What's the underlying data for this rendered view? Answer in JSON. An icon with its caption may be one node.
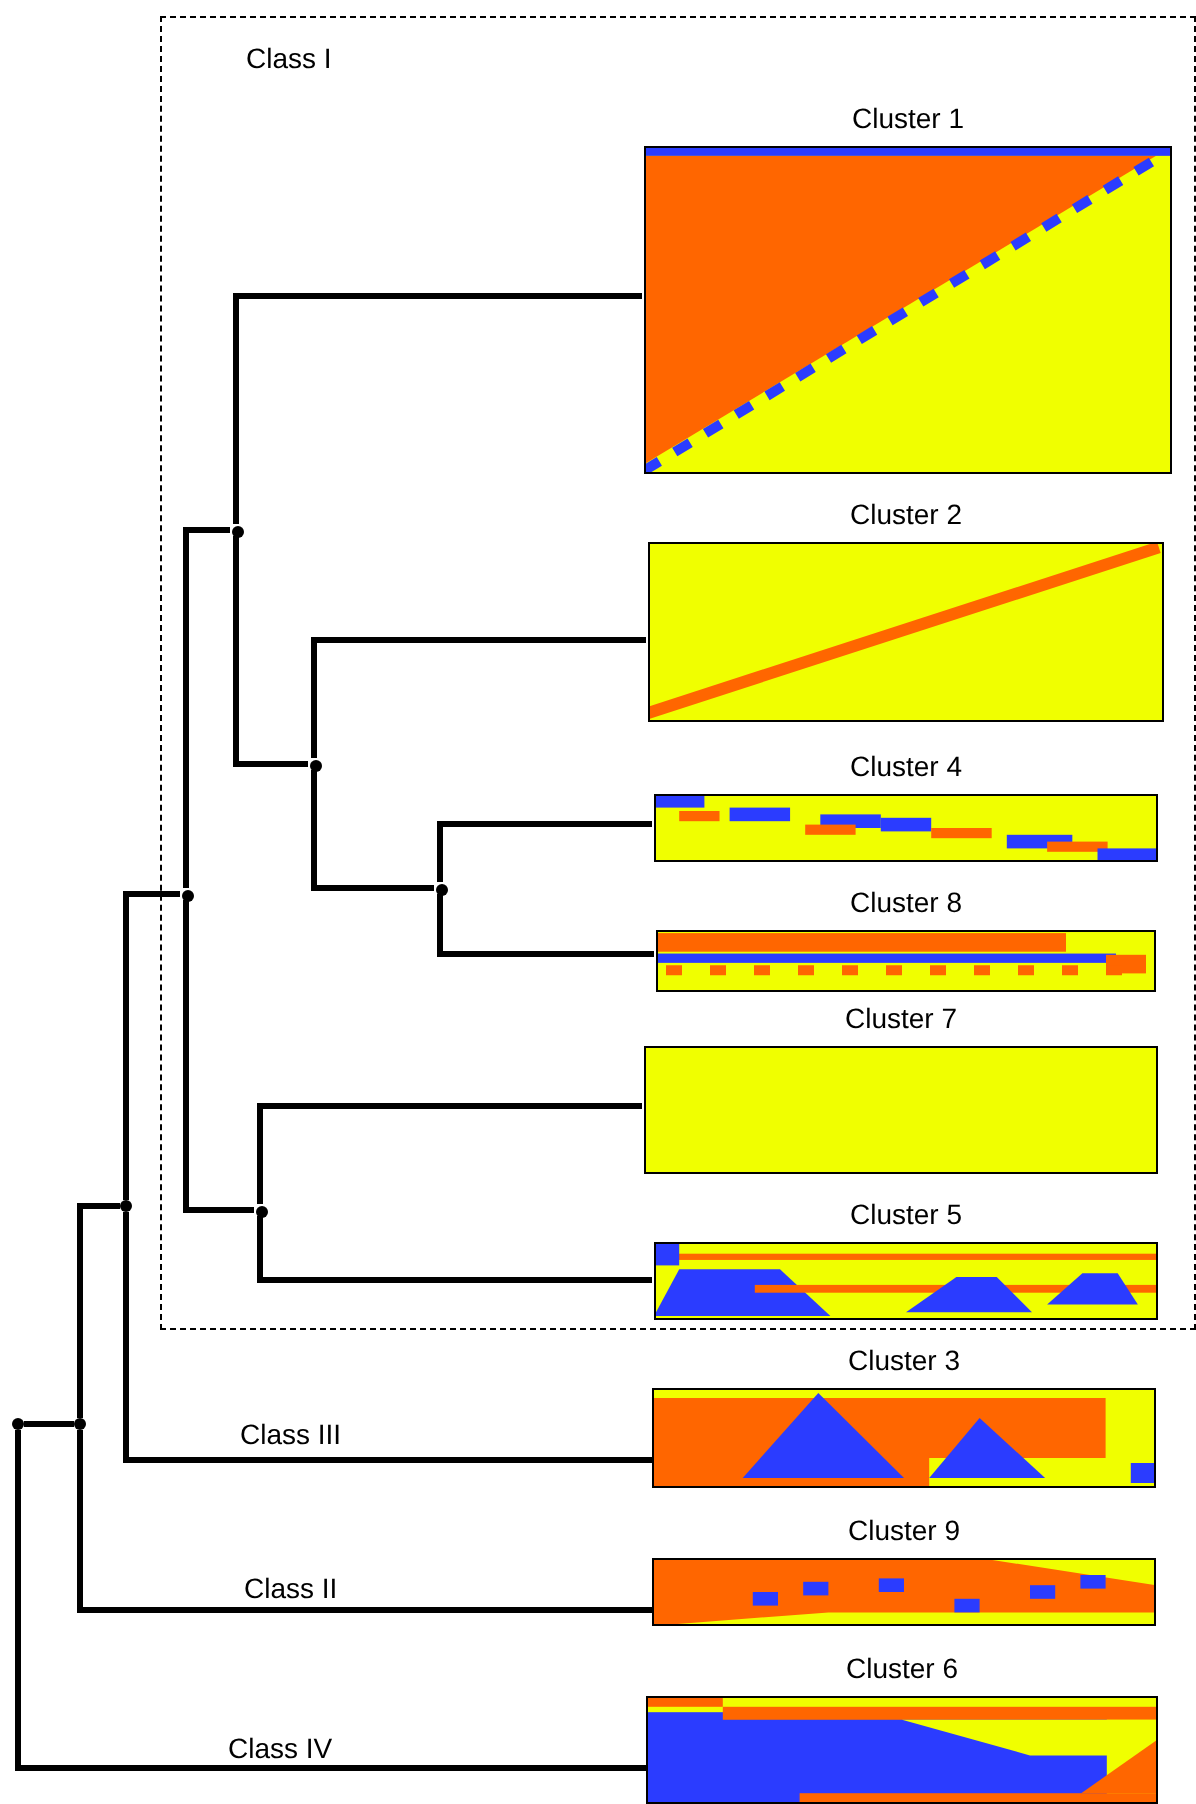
{
  "diagram": {
    "nodes": [
      {
        "text": [
          "Class I"
        ]
      },
      {
        "text": [
          "Cluster 1"
        ],
        "in": 0
      },
      {
        "text": [
          "Cluster 2"
        ],
        "in": 0
      },
      {
        "text": [
          "Cluster 4"
        ],
        "in": 0
      },
      {
        "text": [
          "Cluster 8"
        ],
        "in": 0
      },
      {
        "text": [
          "Cluster 7"
        ],
        "in": 0
      },
      {
        "text": [
          "Cluster 5"
        ],
        "in": 0
      },
      {
        "text": [
          "Cluster 3"
        ]
      },
      {
        "text": [
          "Cluster 9"
        ]
      },
      {
        "text": [
          "Cluster 6"
        ]
      },
      {
        "text": [],
        "shape": "circle"
      },
      {
        "text": [],
        "shape": "circle"
      },
      {
        "text": [],
        "shape": "circle"
      },
      {
        "text": [],
        "shape": "circle",
        "in": 0
      },
      {
        "text": [],
        "shape": "circle",
        "in": 0
      },
      {
        "text": [],
        "shape": "circle",
        "in": 0
      },
      {
        "text": [],
        "shape": "circle",
        "in": 0
      },
      {
        "text": [],
        "shape": "circle",
        "in": 0
      }
    ],
    "edges": [
      {
        "from": 10,
        "to": 11,
        "arrow": "none"
      },
      {
        "from": 10,
        "to": 9,
        "arrow": "none",
        "label": "Class IV"
      },
      {
        "from": 11,
        "to": 12,
        "arrow": "none"
      },
      {
        "from": 11,
        "to": 8,
        "arrow": "none",
        "label": "Class II"
      },
      {
        "from": 12,
        "to": 13,
        "arrow": "none"
      },
      {
        "from": 12,
        "to": 7,
        "arrow": "none",
        "label": "Class III"
      },
      {
        "from": 13,
        "to": 14,
        "arrow": "none"
      },
      {
        "from": 13,
        "to": 15,
        "arrow": "none"
      },
      {
        "from": 14,
        "to": 1,
        "arrow": "none"
      },
      {
        "from": 14,
        "to": 16,
        "arrow": "none"
      },
      {
        "from": 16,
        "to": 2,
        "arrow": "none"
      },
      {
        "from": 16,
        "to": 17,
        "arrow": "none"
      },
      {
        "from": 17,
        "to": 3,
        "arrow": "none"
      },
      {
        "from": 17,
        "to": 4,
        "arrow": "none"
      },
      {
        "from": 15,
        "to": 5,
        "arrow": "none"
      },
      {
        "from": 15,
        "to": 6,
        "arrow": "none"
      }
    ]
  }
}
